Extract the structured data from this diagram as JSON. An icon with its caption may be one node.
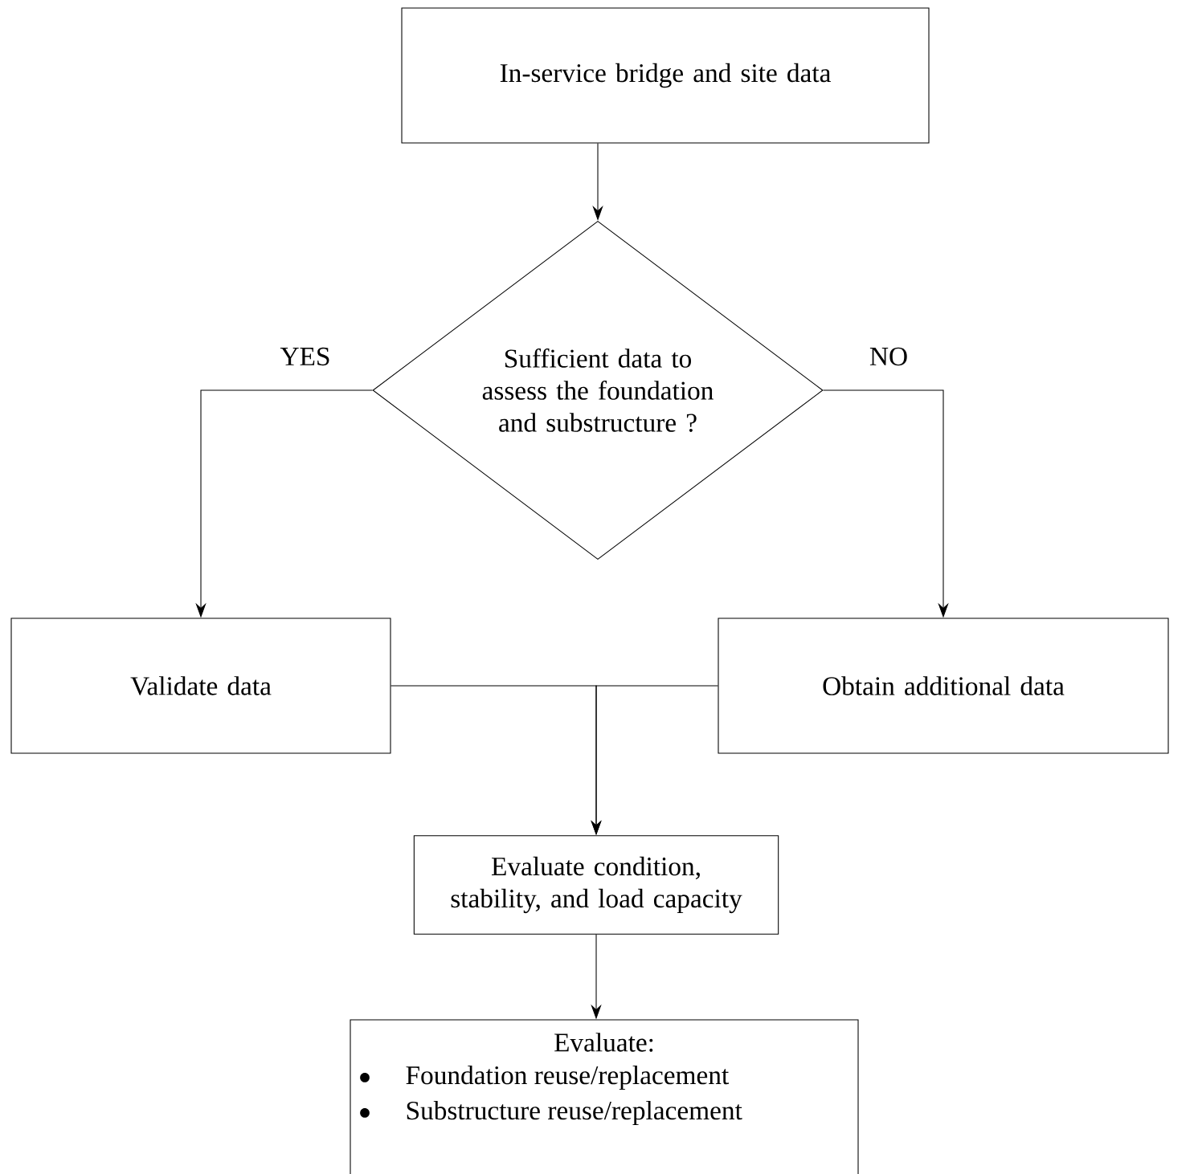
{
  "diagram": {
    "nodes": [
      {
        "text": [
          "In-service bridge and site data"
        ]
      },
      {
        "text": [
          "Sufficient data to assess the foundation and substructure ?"
        ]
      },
      {
        "text": [
          "Validate data"
        ]
      },
      {
        "text": [
          "Obtain additional data"
        ]
      },
      {
        "text": [
          "Evaluate condition, stability, and load capacity"
        ]
      },
      {
        "text": [
          "Evaluate:",
          "Foundation reuse/replacement",
          "Substructure reuse/replacement"
        ]
      }
    ],
    "edges": [
      {
        "from": 0,
        "to": 1,
        "arrow": "to"
      },
      {
        "from": 1,
        "to": 2,
        "arrow": "to",
        "label": "YES"
      },
      {
        "from": 1,
        "to": 3,
        "arrow": "to",
        "label": "NO"
      },
      {
        "from": 2,
        "to": 4,
        "arrow": "to"
      },
      {
        "from": 3,
        "to": 4,
        "arrow": "to"
      },
      {
        "from": 4,
        "to": 5,
        "arrow": "to"
      }
    ]
  }
}
